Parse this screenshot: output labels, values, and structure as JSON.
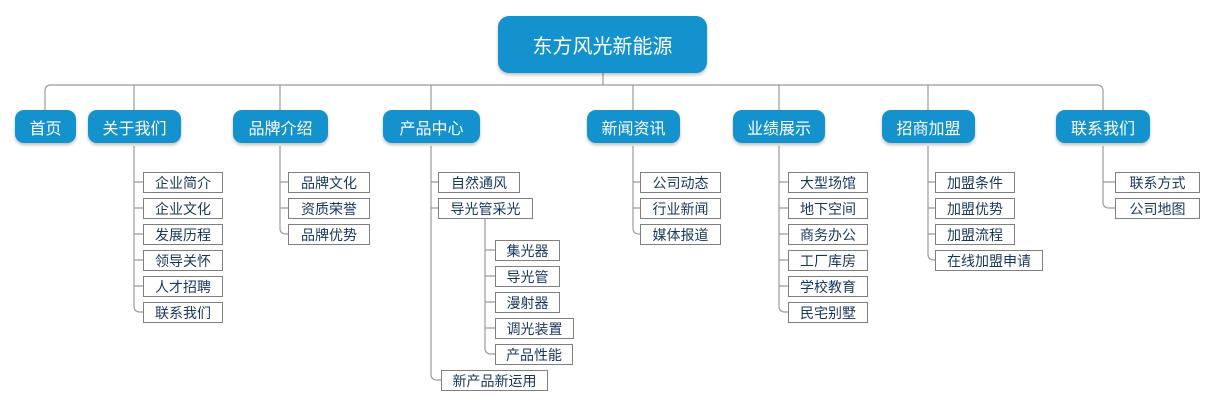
{
  "diagram": {
    "title": "东方风光新能源",
    "colors": {
      "node_blue": "#1392cd",
      "node_text": "#ffffff",
      "leaf_text": "#17365d",
      "leaf_border": "#7f7f7f",
      "connector": "#9b9b9b",
      "background": "#ffffff"
    },
    "root": {
      "label": "东方风光新能源"
    },
    "branches": [
      {
        "label": "首页",
        "children": []
      },
      {
        "label": "关于我们",
        "children": [
          {
            "label": "企业简介"
          },
          {
            "label": "企业文化"
          },
          {
            "label": "发展历程"
          },
          {
            "label": "领导关怀"
          },
          {
            "label": "人才招聘"
          },
          {
            "label": "联系我们"
          }
        ]
      },
      {
        "label": "品牌介绍",
        "children": [
          {
            "label": "品牌文化"
          },
          {
            "label": "资质荣誉"
          },
          {
            "label": "品牌优势"
          }
        ]
      },
      {
        "label": "产品中心",
        "children": [
          {
            "label": "自然通风"
          },
          {
            "label": "导光管采光",
            "children": [
              {
                "label": "集光器"
              },
              {
                "label": "导光管"
              },
              {
                "label": "漫射器"
              },
              {
                "label": "调光装置"
              },
              {
                "label": "产品性能"
              }
            ]
          },
          {
            "label": "新产品新运用"
          }
        ]
      },
      {
        "label": "新闻资讯",
        "children": [
          {
            "label": "公司动态"
          },
          {
            "label": "行业新闻"
          },
          {
            "label": "媒体报道"
          }
        ]
      },
      {
        "label": "业绩展示",
        "children": [
          {
            "label": "大型场馆"
          },
          {
            "label": "地下空间"
          },
          {
            "label": "商务办公"
          },
          {
            "label": "工厂库房"
          },
          {
            "label": "学校教育"
          },
          {
            "label": "民宅别墅"
          }
        ]
      },
      {
        "label": "招商加盟",
        "children": [
          {
            "label": "加盟条件"
          },
          {
            "label": "加盟优势"
          },
          {
            "label": "加盟流程"
          },
          {
            "label": "在线加盟申请"
          }
        ]
      },
      {
        "label": "联系我们",
        "children": [
          {
            "label": "联系方式"
          },
          {
            "label": "公司地图"
          }
        ]
      }
    ]
  }
}
